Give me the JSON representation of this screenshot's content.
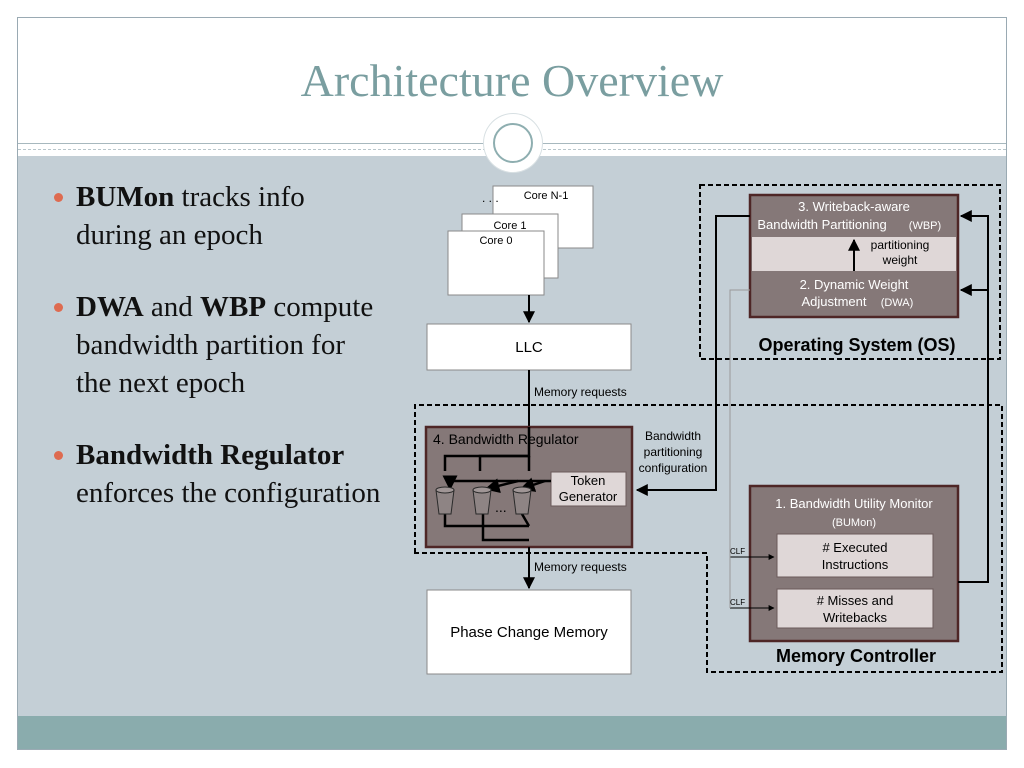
{
  "slide": {
    "title": "Architecture Overview",
    "bullets": [
      {
        "parts": [
          {
            "text": "BUMon",
            "bold": true
          },
          {
            "text": " tracks info during an epoch",
            "bold": false
          }
        ]
      },
      {
        "parts": [
          {
            "text": "DWA",
            "bold": true
          },
          {
            "text": " and ",
            "bold": false
          },
          {
            "text": "WBP",
            "bold": true
          },
          {
            "text": " compute bandwidth partition for the next epoch",
            "bold": false
          }
        ]
      },
      {
        "parts": [
          {
            "text": "Bandwidth Regulator",
            "bold": true
          },
          {
            "text": " enforces the configuration",
            "bold": false
          }
        ]
      }
    ]
  },
  "diagram": {
    "cores": {
      "core_n": "Core N-1",
      "core_1": "Core 1",
      "core_0": "Core 0",
      "dots": ". . ."
    },
    "llc": "LLC",
    "memory_requests_top": "Memory requests",
    "memory_requests_bottom": "Memory requests",
    "pcm": "Phase Change Memory",
    "regulator": {
      "title": "4. Bandwidth  Regulator",
      "token_line1": "Token",
      "token_line2": "Generator",
      "ellipsis": "..."
    },
    "config_label": [
      "Bandwidth",
      "partitioning",
      "configuration"
    ],
    "os": {
      "wbp_line1": "3. Writeback-aware",
      "wbp_line2": "Bandwidth Partitioning",
      "wbp_abbr": "(WBP)",
      "weight_line1": "partitioning",
      "weight_line2": "weight",
      "dwa_line1": "2. Dynamic Weight",
      "dwa_line2": "Adjustment",
      "dwa_abbr": "(DWA)",
      "label": "Operating System (OS)"
    },
    "mc": {
      "bumon_line1": "1. Bandwidth Utility Monitor",
      "bumon_line2": "(BUMon)",
      "exec_line1": "# Executed",
      "exec_line2": "Instructions",
      "miss_line1": "# Misses and",
      "miss_line2": "Writebacks",
      "clf_top": "CLF",
      "clf_bottom": "CLF",
      "label": "Memory Controller"
    }
  },
  "colors": {
    "accent": "#de6b50",
    "title": "#7a9ea0",
    "box_dark": "#857878",
    "box_border": "#4e2626",
    "box_light": "#dfd7d7"
  }
}
